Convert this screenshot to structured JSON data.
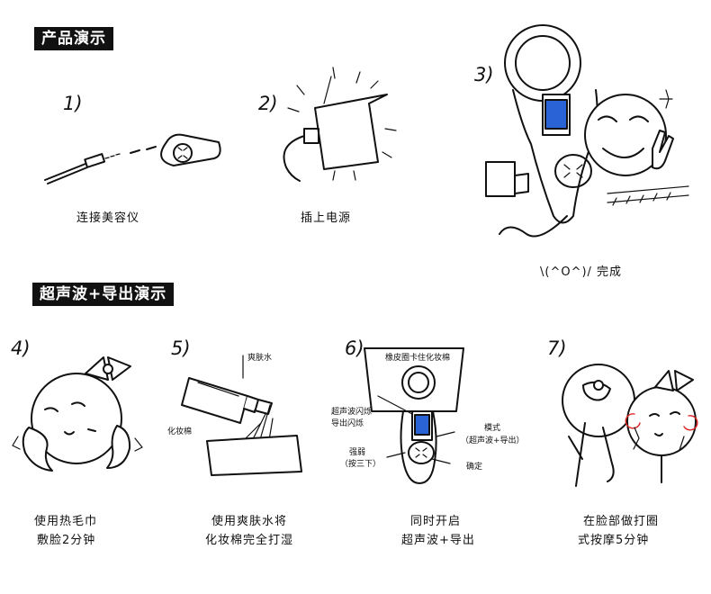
{
  "sections": {
    "demo": "产品演示",
    "ultrasonic": "超声波+导出演示"
  },
  "steps": [
    {
      "number": "1)",
      "caption": "连接美容仪"
    },
    {
      "number": "2)",
      "caption": "插上电源"
    },
    {
      "number": "3)",
      "caption": "\\(^O^)/ 完成"
    },
    {
      "number": "4)",
      "caption_line1": "使用热毛巾",
      "caption_line2": "敷脸2分钟"
    },
    {
      "number": "5)",
      "caption_line1": "使用爽肤水将",
      "caption_line2": "化妆棉完全打湿"
    },
    {
      "number": "6)",
      "caption_line1": "同时开启",
      "caption_line2": "超声波+导出"
    },
    {
      "number": "7)",
      "caption_line1": "在脸部做打圈",
      "caption_line2": "式按摩5分钟"
    }
  ],
  "labels": {
    "toner": "爽肤水",
    "cotton_pad": "化妆棉",
    "rubber_band": "橡皮圈卡住化妆棉",
    "ultrasonic_flash_l1": "超声波闪烁",
    "ultrasonic_flash_l2": "导出闪烁",
    "mode_l1": "模式",
    "mode_l2": "（超声波+导出）",
    "strength_l1": "强弱",
    "strength_l2": "（按三下）",
    "confirm": "确定"
  }
}
